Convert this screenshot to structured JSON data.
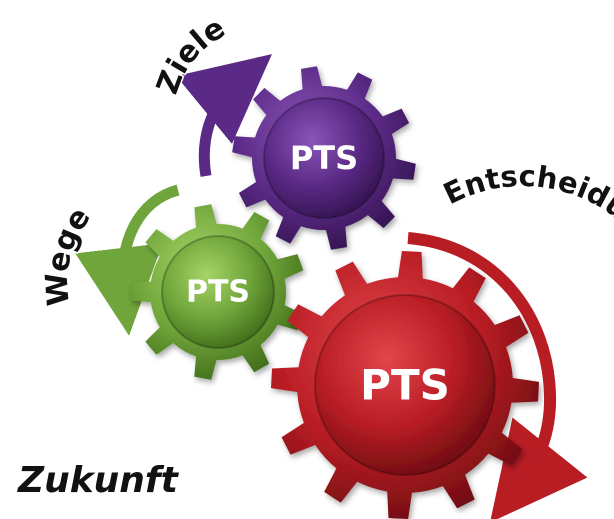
{
  "diagram": {
    "gears": [
      {
        "id": "purple",
        "label": "PTS",
        "color": "#5b2a86"
      },
      {
        "id": "green",
        "label": "PTS",
        "color": "#6fa53a"
      },
      {
        "id": "red",
        "label": "PTS",
        "color": "#b81d24"
      }
    ],
    "words": {
      "ziele": "Ziele",
      "wege": "Wege",
      "entscheidungen": "Entscheidungen"
    },
    "footer": "Zukunft"
  }
}
